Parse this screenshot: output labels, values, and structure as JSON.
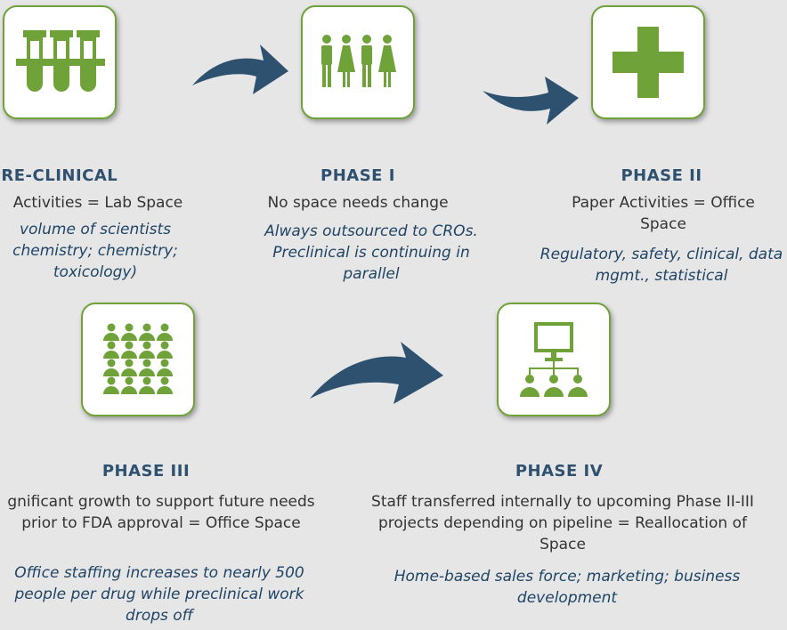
{
  "phases": [
    {
      "title": "PRE-CLINICAL",
      "desc": "Activities = Lab Space",
      "note": "volume of scientists chemistry; chemistry; toxicology)",
      "icon": "test-tubes-icon"
    },
    {
      "title": "PHASE I",
      "desc": "No space needs change",
      "note": "Always outsourced to CROs. Preclinical is continuing in parallel",
      "icon": "people-icon"
    },
    {
      "title": "PHASE II",
      "desc": "Paper Activities = Office Space",
      "note": "Regulatory, safety, clinical, data mgmt., statistical",
      "icon": "medical-cross-icon"
    },
    {
      "title": "PHASE III",
      "desc": "gnificant growth to support future needs prior to FDA approval = Office Space",
      "note": "Office staffing increases to nearly 500 people per drug while preclinical work drops off",
      "icon": "crowd-icon"
    },
    {
      "title": "PHASE IV",
      "desc": "Staff transferred internally to upcoming Phase II-III projects depending on pipeline = Reallocation of Space",
      "note": "Home-based sales force; marketing; business development",
      "icon": "presentation-icon"
    }
  ],
  "colors": {
    "accent": "#6fa33a",
    "arrow": "#2f5170",
    "background": "#e6e6e6"
  }
}
